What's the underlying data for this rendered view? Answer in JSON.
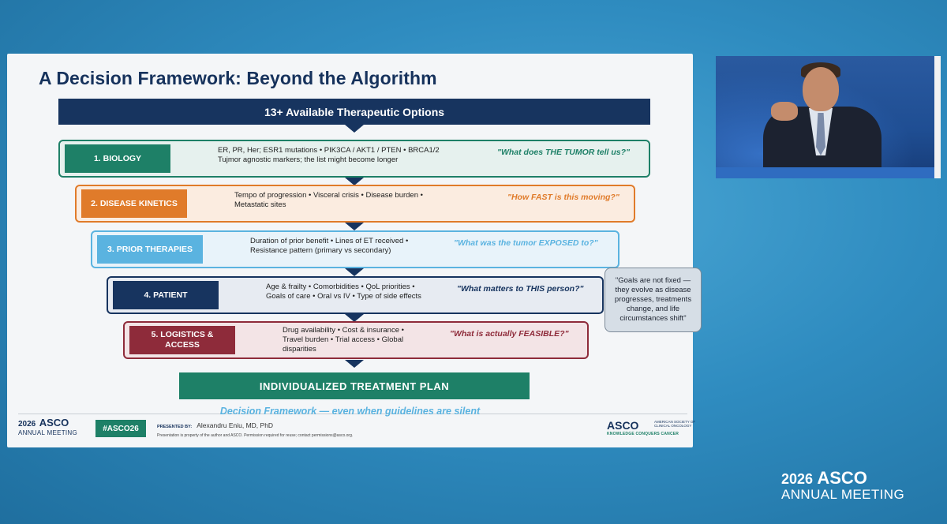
{
  "slide": {
    "title": "A Decision Framework: Beyond the Algorithm",
    "options_bar": "13+ Available Therapeutic Options",
    "tiers": [
      {
        "label": "1. BIOLOGY",
        "desc_1": "ER, PR, Her;  ESR1 mutations  •  PIK3CA / AKT1 / PTEN  •  BRCA1/2",
        "desc_2": "Tujmor agnostic markers; the list might become longer",
        "quote": "\"What does THE TUMOR tell us?\"",
        "color": "#1e8067"
      },
      {
        "label": "2. DISEASE KINETICS",
        "desc_1": "Tempo of progression  •  Visceral crisis  •  Disease burden  •",
        "desc_2": "Metastatic sites",
        "quote": "\"How FAST is this moving?\"",
        "color": "#e07b2a"
      },
      {
        "label": "3. PRIOR THERAPIES",
        "desc_1": "Duration of prior benefit  •  Lines of ET received  •",
        "desc_2": "Resistance pattern (primary vs secondary)",
        "quote": "\"What was the tumor EXPOSED to?\"",
        "color": "#5ab3e0"
      },
      {
        "label": "4. PATIENT",
        "desc_1": "Age & frailty  •  Comorbidities  •  QoL priorities  •",
        "desc_2": "Goals of care  •  Oral vs IV  •  Type of side effects",
        "quote": "\"What matters to THIS person?\"",
        "color": "#17345f"
      },
      {
        "label_1": "5. LOGISTICS &",
        "label_2": "ACCESS",
        "desc_1": "Drug availability  •  Cost & insurance  •",
        "desc_2": "Travel burden  •  Trial access  •  Global",
        "desc_3": "disparities",
        "quote": "\"What is actually FEASIBLE?\"",
        "color": "#8e2b3a"
      }
    ],
    "callout": "\"Goals are not fixed — they evolve as disease progresses, treatments change, and life circumstances shift\"",
    "plan_bar": "INDIVIDUALIZED  TREATMENT  PLAN",
    "subtitle": "Decision Framework — even when guidelines are silent",
    "footer": {
      "logo_year": "2026",
      "logo_name": "ASCO",
      "logo_sub": "ANNUAL MEETING",
      "hashtag": "#ASCO26",
      "presented_by": "PRESENTED BY:",
      "presenter": "Alexandru Eniu, MD, PhD",
      "disclaimer": "Presentation is property of the author and ASCO. Permission required for reuse; contact permissions@asco.org.",
      "asco_logo": "ASCO",
      "asco_society": "AMERICAN SOCIETY OF CLINICAL ONCOLOGY",
      "asco_tagline": "KNOWLEDGE CONQUERS CANCER"
    }
  },
  "corner": {
    "year": "2026",
    "name": "ASCO",
    "sub": "ANNUAL MEETING"
  }
}
